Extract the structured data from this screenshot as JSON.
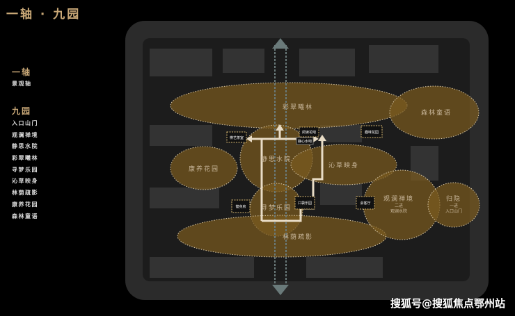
{
  "title": "一轴 · 九园",
  "legend": {
    "axis_heading": "一轴",
    "axis_items": [
      "景观轴"
    ],
    "gardens_heading": "九园",
    "garden_items": [
      "入口山门",
      "观澜禅境",
      "静思水院",
      "彩翠曦林",
      "寻梦乐园",
      "沁草映身",
      "林荫疏影",
      "康养花园",
      "森林童语"
    ]
  },
  "zones": {
    "caicui": "彩翠曦林",
    "senlin": "森林童语",
    "kangyang": "康养花园",
    "jingsi": "静思水院",
    "qincao": "沁草映身",
    "xunmeng": "寻梦乐园",
    "linyin": "林荫疏影",
    "guanlan": "观澜禅境",
    "guanlan_sub1": "二进",
    "guanlan_sub2": "观澜水院",
    "guiyin": "归隐",
    "guiyin_sub1": "一进",
    "guiyin_sub2": "入口山门"
  },
  "facilities": [
    "棋艺茶室",
    "阅读花吧",
    "静心水吧",
    "趣味花园",
    "健身房",
    "口袋乐园",
    "会客厅"
  ],
  "colors": {
    "accent": "#c9a877",
    "zone_fill": "#7a5a1e"
  },
  "watermark": "搜狐号@搜狐焦点鄂州站"
}
